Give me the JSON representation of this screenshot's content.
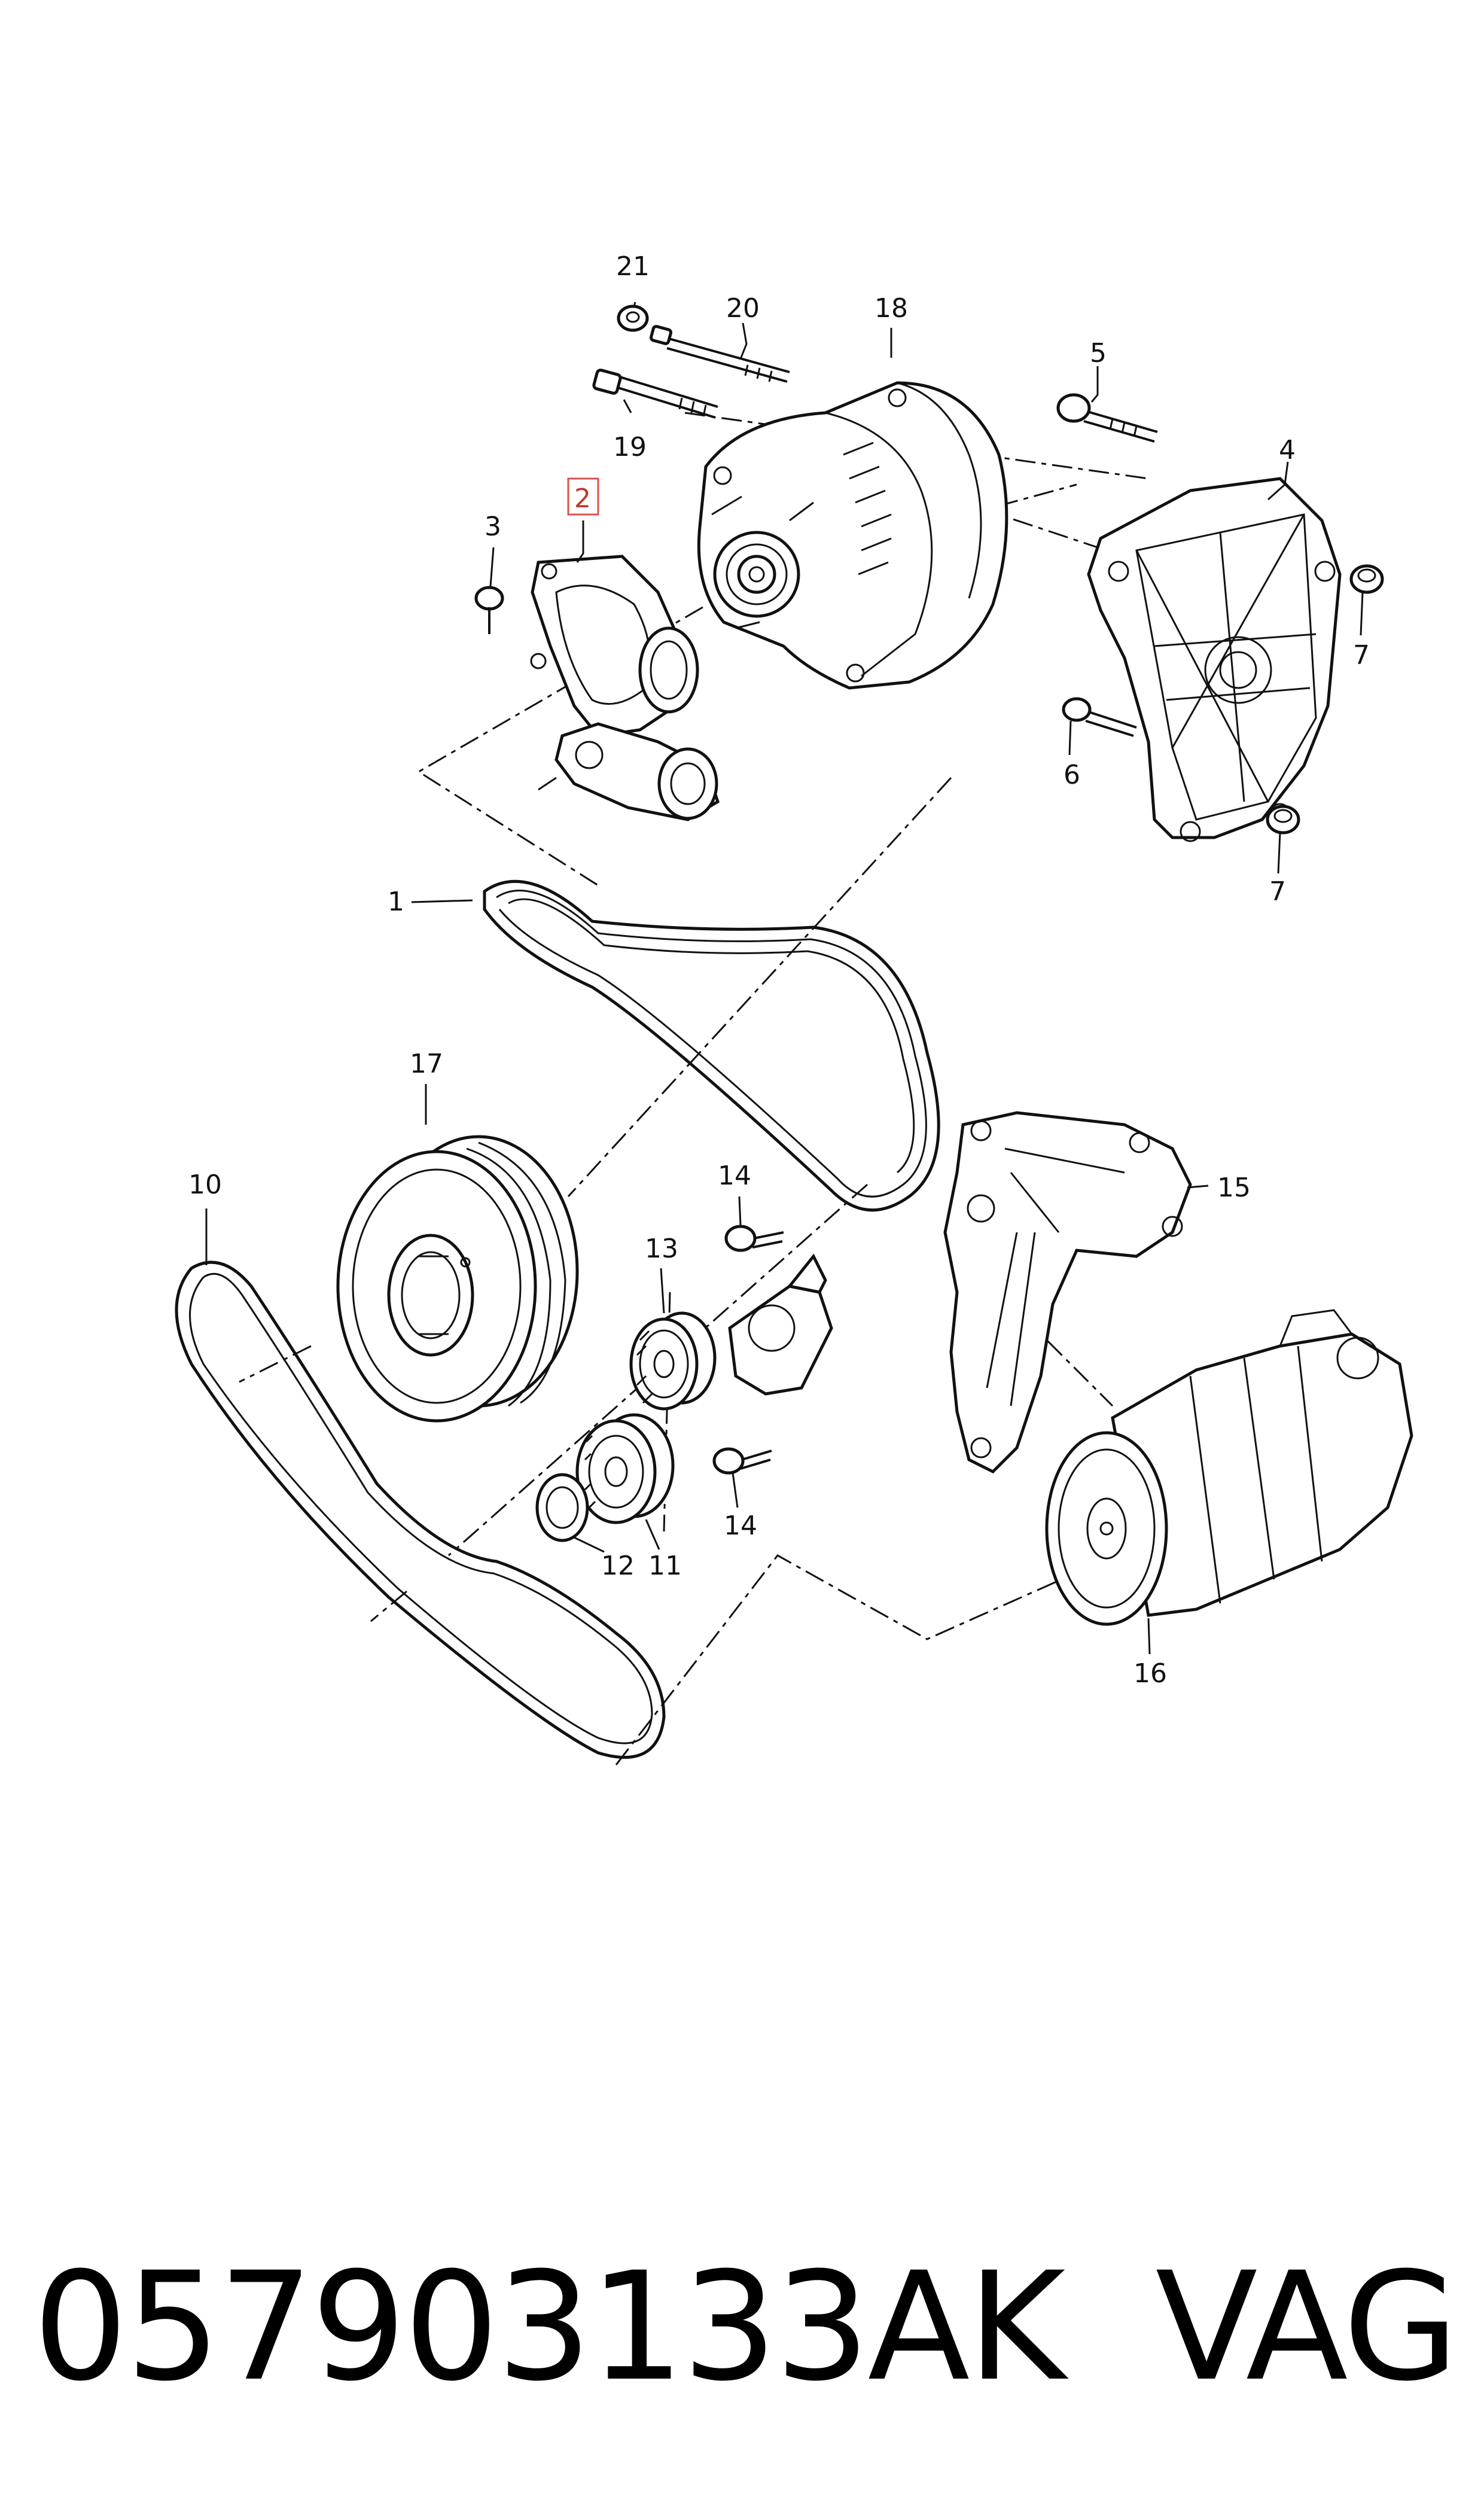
{
  "diagram": {
    "callouts": [
      {
        "id": "21",
        "label": "21"
      },
      {
        "id": "20",
        "label": "20"
      },
      {
        "id": "18",
        "label": "18"
      },
      {
        "id": "19",
        "label": "19"
      },
      {
        "id": "5",
        "label": "5"
      },
      {
        "id": "4",
        "label": "4"
      },
      {
        "id": "3",
        "label": "3"
      },
      {
        "id": "2",
        "label": "2",
        "highlighted": true
      },
      {
        "id": "7a",
        "label": "7"
      },
      {
        "id": "6",
        "label": "6"
      },
      {
        "id": "7b",
        "label": "7"
      },
      {
        "id": "1",
        "label": "1"
      },
      {
        "id": "17",
        "label": "17"
      },
      {
        "id": "10",
        "label": "10"
      },
      {
        "id": "14a",
        "label": "14"
      },
      {
        "id": "15",
        "label": "15"
      },
      {
        "id": "13",
        "label": "13"
      },
      {
        "id": "14b",
        "label": "14"
      },
      {
        "id": "12",
        "label": "12"
      },
      {
        "id": "11",
        "label": "11"
      },
      {
        "id": "16",
        "label": "16"
      }
    ],
    "highlight_color": "#d9534f"
  },
  "footer": {
    "part_number": "057903133AK",
    "brand": "VAG"
  }
}
